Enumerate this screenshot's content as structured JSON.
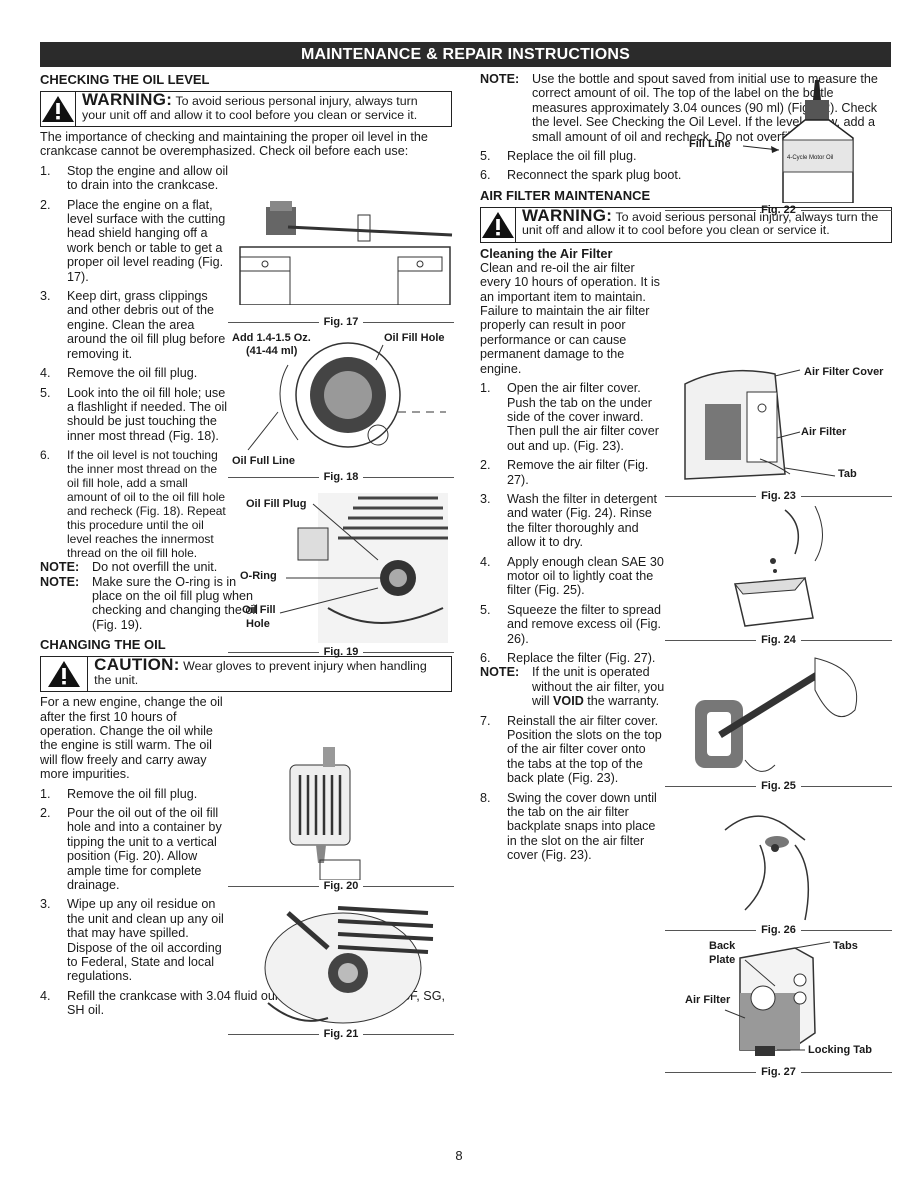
{
  "banner": "MAINTENANCE & REPAIR INSTRUCTIONS",
  "oil_check": {
    "title": "CHECKING THE OIL LEVEL",
    "warning_word": "WARNING:",
    "warning_text": "To avoid serious personal injury, always turn your unit off and allow it to cool before you clean or service it.",
    "intro": "The importance of checking and maintaining the proper oil level in the crankcase cannot be overemphasized. Check oil before each use:",
    "steps": [
      {
        "n": "1.",
        "t": "Stop the engine and allow oil to drain into the crankcase."
      },
      {
        "n": "2.",
        "t": "Place the engine on a flat, level surface with the cutting head shield hanging off a work bench or table to get a proper oil level reading (Fig. 17)."
      },
      {
        "n": "3.",
        "t": "Keep dirt, grass clippings and other debris out of the engine. Clean the area around the oil fill plug before removing it."
      },
      {
        "n": "4.",
        "t": "Remove the oil fill plug."
      },
      {
        "n": "5.",
        "t": "Look into the oil fill hole; use a flashlight if needed. The oil should be just touching the inner most thread (Fig. 18)."
      },
      {
        "n": "6.",
        "t": "If the oil level is not touching the inner most thread on the oil fill hole, add a small amount of oil to the oil fill hole and recheck (Fig. 18). Repeat this procedure until the oil level reaches the innermost thread on the oil fill hole."
      }
    ],
    "note_label": "NOTE:",
    "note1": "Do not overfill the unit.",
    "note2": "Make sure the O-ring is in place on the oil fill plug when checking and changing the oil (Fig. 19)."
  },
  "oil_change": {
    "title": "CHANGING THE OIL",
    "caution_word": "CAUTION:",
    "caution_text": "Wear gloves to prevent injury when handling the unit.",
    "intro": "For a new engine, change the oil after the first 10 hours of operation. Change the oil while the engine is still warm. The oil will flow freely and carry away more impurities.",
    "steps": [
      {
        "n": "1.",
        "t": "Remove the oil fill plug."
      },
      {
        "n": "2.",
        "t": "Pour the oil out of the oil fill hole and into a container by tipping the unit to a vertical position (Fig. 20). Allow ample time for complete drainage."
      },
      {
        "n": "3.",
        "t": "Wipe up any oil residue on the unit and clean up any oil that may have spilled. Dispose of the oil according to Federal, State and local regulations."
      },
      {
        "n": "4.",
        "t": "Refill the crankcase with 3.04 fluid ounce (90 ml) of SAE 30 SF, SG, SH oil."
      }
    ]
  },
  "col2": {
    "note_label": "NOTE:",
    "note_bottle": "Use the bottle and spout saved from initial use to measure the correct amount of oil. The top of the label on the bottle measures approximately 3.04 ounces (90 ml) (Fig. 22). Check the level. See Checking the Oil Level. If the level is low, add a small amount of oil and recheck. Do not overfill (Fig. 21).",
    "steps": [
      {
        "n": "5.",
        "t": "Replace the oil fill plug."
      },
      {
        "n": "6.",
        "t": "Reconnect the spark plug boot."
      }
    ]
  },
  "air_filter": {
    "title": "AIR FILTER MAINTENANCE",
    "warning_word": "WARNING:",
    "warning_text": "To avoid serious personal injury, always turn the unit off and allow it to cool before you clean or service it.",
    "subtitle": "Cleaning the Air Filter",
    "intro": "Clean and re-oil the air filter every 10 hours of operation. It is an important item to maintain. Failure to maintain the air filter properly can result in poor performance or can cause permanent damage to the engine.",
    "steps": [
      {
        "n": "1.",
        "t": "Open the air filter cover. Push the tab on the under side of the cover inward. Then pull the air filter cover out and up. (Fig. 23)."
      },
      {
        "n": "2.",
        "t": "Remove the air filter (Fig. 27)."
      },
      {
        "n": "3.",
        "t": "Wash the filter in detergent and water (Fig. 24). Rinse the filter thoroughly and allow it to dry."
      },
      {
        "n": "4.",
        "t": "Apply enough clean SAE 30 motor oil to lightly coat the filter (Fig. 25)."
      },
      {
        "n": "5.",
        "t": "Squeeze the filter to spread and remove excess oil (Fig. 26)."
      },
      {
        "n": "6.",
        "t": "Replace the filter (Fig. 27)."
      }
    ],
    "note_label": "NOTE:",
    "note_pre": "If the unit is operated without the air filter, you will",
    "note_bold": "VOID",
    "note_post": "the warranty.",
    "steps2": [
      {
        "n": "7.",
        "t": "Reinstall the air filter cover. Position the slots on the top of the air filter cover onto the tabs at the top of the back plate (Fig. 23)."
      },
      {
        "n": "8.",
        "t": "Swing the cover down until the tab on the air filter backplate snaps into place in the slot on the air filter cover (Fig. 23)."
      }
    ]
  },
  "figures": {
    "fig17": "Fig. 17",
    "fig18": "Fig. 18",
    "fig19": "Fig. 19",
    "fig20": "Fig. 20",
    "fig21": "Fig. 21",
    "fig22": "Fig. 22",
    "fig23": "Fig. 23",
    "fig24": "Fig. 24",
    "fig25": "Fig. 25",
    "fig26": "Fig. 26",
    "fig27": "Fig. 27",
    "add_oz": "Add 1.4-1.5 Oz.",
    "add_ml": "(41-44 ml)",
    "oil_fill_hole": "Oil Fill Hole",
    "oil_full_line": "Oil Full Line",
    "oil_fill_plug": "Oil Fill Plug",
    "o_ring": "O-Ring",
    "oil_fill": "Oil Fill",
    "hole": "Hole",
    "fill_line": "Fill Line",
    "bottle_label": "4-Cycle Motor Oil",
    "air_filter_cover": "Air Filter Cover",
    "air_filter": "Air Filter",
    "tab": "Tab",
    "back": "Back",
    "plate": "Plate",
    "tabs": "Tabs",
    "locking_tab": "Locking Tab",
    "air_filter2": "Air Filter"
  },
  "page_number": "8"
}
